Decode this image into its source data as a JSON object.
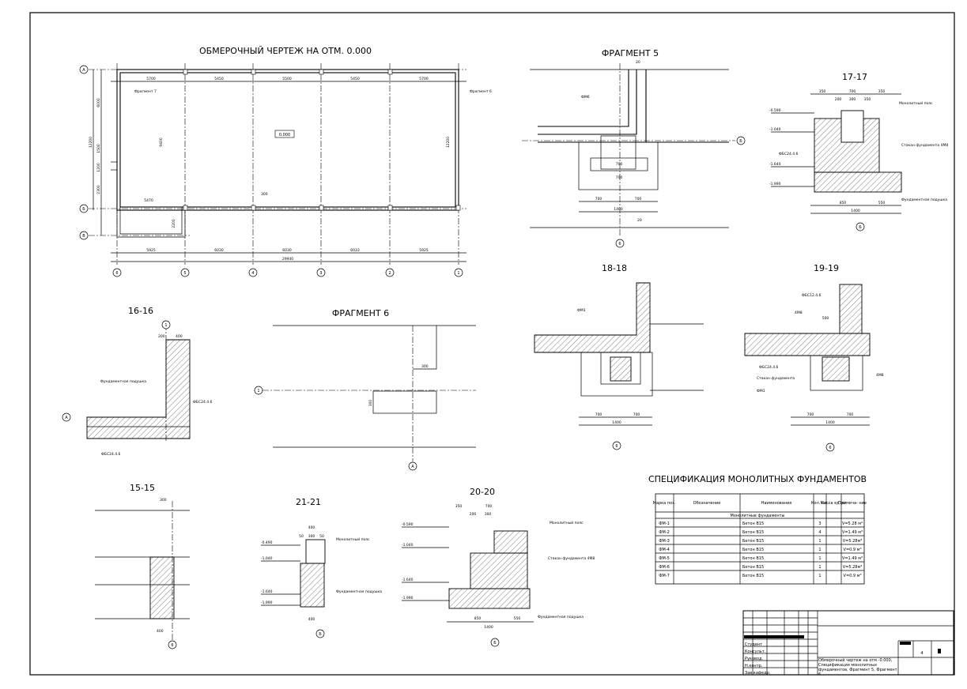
{
  "sheet": {
    "main_title": "ОБМЕРОЧНЫЙ ЧЕРТЕЖ НА ОТМ. 0.000",
    "level_label": "0.000",
    "fragment_left_label": "Фрагмент 7",
    "fragment_right_label": "Фрагмент 6",
    "top_dims": [
      "5700",
      "5450",
      "5500",
      "5450",
      "5700"
    ],
    "bottom_dims": [
      "5925",
      "6030",
      "6030",
      "6033",
      "5925"
    ],
    "total_dim": "29940",
    "left_dims": [
      "6000",
      "1500",
      "1200",
      "2300"
    ],
    "left_total": "12200",
    "right_total": "12200",
    "inner_dims": [
      "5470",
      "2200",
      "300",
      "9400"
    ],
    "axes_letters": [
      "А",
      "Б",
      "В"
    ],
    "axes_numbers": [
      "6",
      "5",
      "4",
      "3",
      "2",
      "1"
    ]
  },
  "frag5": {
    "title": "ФРАГМЕНТ 5",
    "label_fm": "ФМ6",
    "dims": [
      "20",
      "700",
      "700",
      "1400",
      "700",
      "700",
      "20"
    ],
    "axis": "Б",
    "axis_bottom": "6"
  },
  "s1717": {
    "title": "17-17",
    "levels": [
      "-0.590",
      "-1.040",
      "-1.640",
      "-1.990"
    ],
    "top_dims": [
      "350",
      "700",
      "350"
    ],
    "inner_dims": [
      "200",
      "300",
      "350"
    ],
    "bottom_dims": [
      "850",
      "550"
    ],
    "total": "1400",
    "labels": [
      "Монолитный пояс",
      "Стакан фундамента 4М8",
      "Фундаментная подушка",
      "ФБС24.4.6"
    ],
    "axis": "Б"
  },
  "s1818": {
    "title": "18-18",
    "label_fm": "ФМ1",
    "dims": [
      "700",
      "700",
      "1400"
    ],
    "axis": "6"
  },
  "s1919": {
    "title": "19-19",
    "labels": [
      "ФБС12.4.6",
      "4М8",
      "ФБС24.4.6",
      "Стакан фундамента",
      "ФМ1",
      "4М8"
    ],
    "dims": [
      "500",
      "700",
      "700",
      "1400"
    ],
    "axis": "6"
  },
  "s1616": {
    "title": "16-16",
    "dims": [
      "200",
      "400"
    ],
    "labels": [
      "Фундаментная подушка",
      "ФБС24.4.6",
      "ФБС24.4.6"
    ],
    "axis_top": "1",
    "axis_left": "А"
  },
  "frag6": {
    "title": "ФРАГМЕНТ 6",
    "dims": [
      "300",
      "300"
    ],
    "axis_left": "1",
    "axis_bottom": "А"
  },
  "s1515": {
    "title": "15-15",
    "dims": [
      "300",
      "400"
    ],
    "axis": "6"
  },
  "s2121": {
    "title": "21-21",
    "levels": [
      "-0.490",
      "-1.040",
      "-1.640",
      "-1.990"
    ],
    "dims": [
      "400",
      "50",
      "300",
      "50",
      "400"
    ],
    "labels": [
      "Монолитный пояс",
      "Фундаментная подушка"
    ],
    "axis": "Б"
  },
  "s2020": {
    "title": "20-20",
    "levels": [
      "-0.590",
      "-1.040",
      "-1.640",
      "-1.990"
    ],
    "dims": [
      "350",
      "700",
      "200",
      "300",
      "850",
      "550",
      "1400"
    ],
    "labels": [
      "Монолитный пояс",
      "Стакан фундамента 4М8",
      "Фундаментная подушка"
    ],
    "axis": "Б"
  },
  "spec": {
    "title": "СПЕЦИФИКАЦИЯ МОНОЛИТНЫХ ФУНДАМЕНТОВ",
    "headers": [
      "Марка поз.",
      "Обозначение",
      "Наименование",
      "Кол. шт.",
      "Масса ед. кг",
      "Примеча- ние"
    ],
    "group": "Монолитные фундаменты",
    "rows": [
      [
        "ФМ-1",
        "",
        "Бетон В15",
        "3",
        "V=5.28 м³"
      ],
      [
        "ФМ-2",
        "",
        "Бетон В15",
        "4",
        "V=1.49 м³"
      ],
      [
        "ФМ-3",
        "",
        "Бетон В15",
        "1",
        "V=5.28м³"
      ],
      [
        "ФМ-4",
        "",
        "Бетон В15",
        "1",
        "V=0.9 м³"
      ],
      [
        "ФМ-5",
        "",
        "Бетон В15",
        "1",
        "V=1.49 м³"
      ],
      [
        "ФМ-6",
        "",
        "Бетон В15",
        "1",
        "V=5.28м³"
      ],
      [
        "ФМ-7",
        "",
        "Бетон В15",
        "1",
        "V=0.9 м³"
      ]
    ]
  },
  "stamp": {
    "roles": [
      "Студент",
      "Консульт.",
      "Руковод.",
      "Н.контр.",
      "Зав.кафедр."
    ],
    "sheet_no": "4",
    "description": "Обмерочный чертеж на отм -0.000, Спецификация монолитных фундаментов, Фрагмент 5, Фрагмент 6"
  },
  "colors": {
    "ink": "#000000",
    "paper": "#ffffff"
  }
}
